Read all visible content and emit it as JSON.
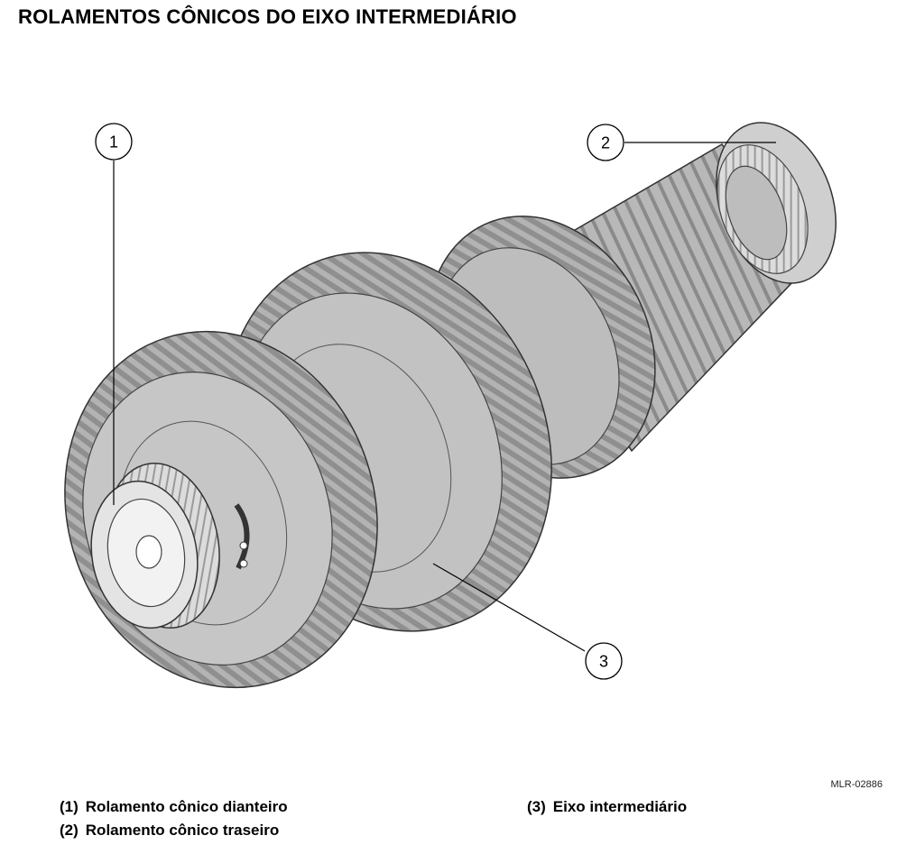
{
  "title": "ROLAMENTOS CÔNICOS DO EIXO INTERMEDIÁRIO",
  "figure_code": "MLR-02886",
  "callouts": [
    {
      "number": "1"
    },
    {
      "number": "2"
    },
    {
      "number": "3"
    }
  ],
  "legend": [
    {
      "number": "(1)",
      "label": "Rolamento cônico dianteiro"
    },
    {
      "number": "(2)",
      "label": "Rolamento cônico traseiro"
    },
    {
      "number": "(3)",
      "label": "Eixo intermediário"
    }
  ]
}
